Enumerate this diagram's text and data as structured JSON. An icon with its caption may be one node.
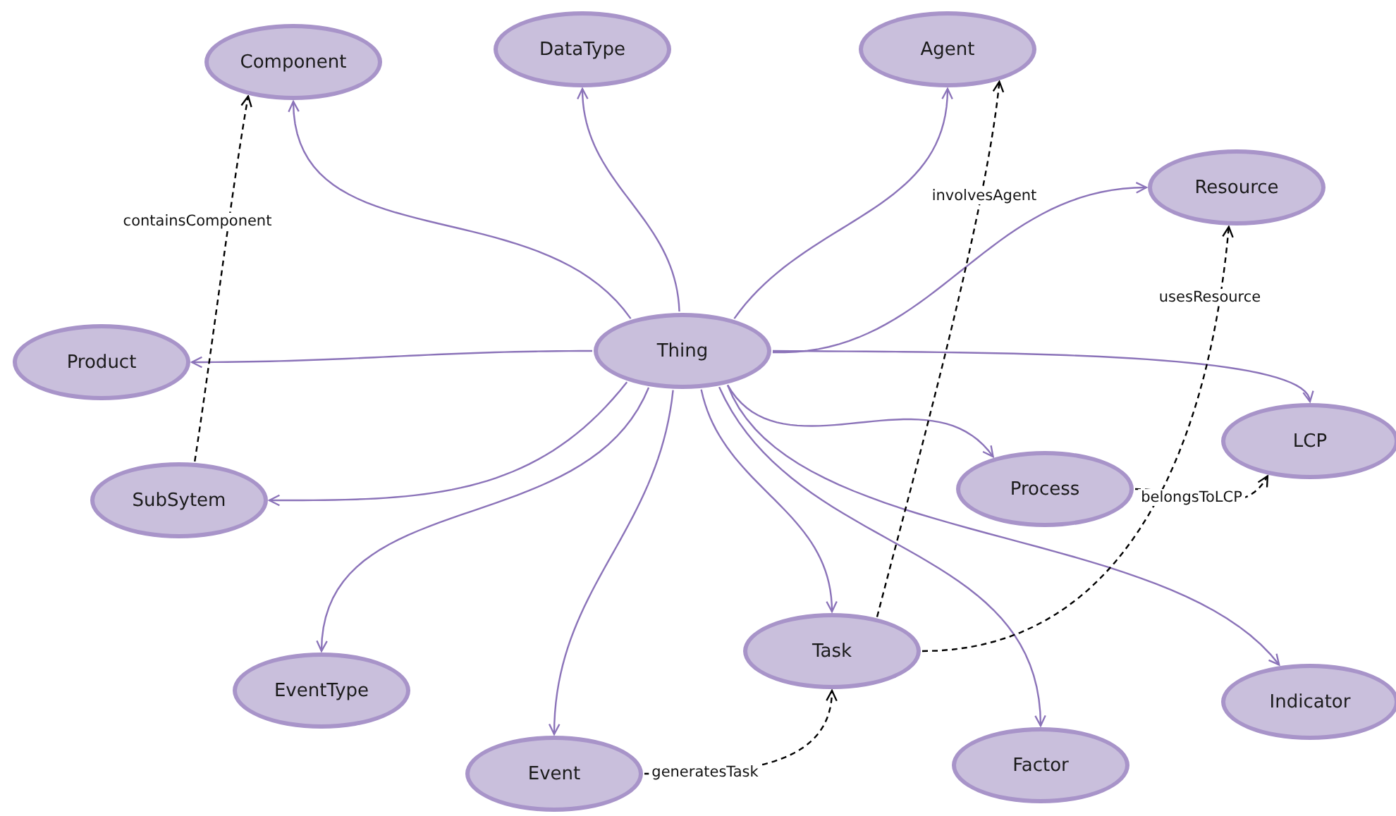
{
  "diagram": {
    "nodes": [
      {
        "text": [
          "Component"
        ]
      },
      {
        "text": [
          "DataType"
        ]
      },
      {
        "text": [
          "Agent"
        ]
      },
      {
        "text": [
          "Resource"
        ]
      },
      {
        "text": [
          "Product"
        ]
      },
      {
        "text": [
          "Thing"
        ]
      },
      {
        "text": [
          "LCP"
        ]
      },
      {
        "text": [
          "SubSytem"
        ]
      },
      {
        "text": [
          "Process"
        ]
      },
      {
        "text": [
          "Task"
        ]
      },
      {
        "text": [
          "EventType"
        ]
      },
      {
        "text": [
          "Indicator"
        ]
      },
      {
        "text": [
          "Event"
        ]
      },
      {
        "text": [
          "Factor"
        ]
      }
    ],
    "edges": [
      {
        "from": 5,
        "to": 0,
        "arrow": "to"
      },
      {
        "from": 5,
        "to": 1,
        "arrow": "to"
      },
      {
        "from": 5,
        "to": 2,
        "arrow": "to"
      },
      {
        "from": 5,
        "to": 3,
        "arrow": "to"
      },
      {
        "from": 5,
        "to": 4,
        "arrow": "to"
      },
      {
        "from": 5,
        "to": 6,
        "arrow": "to"
      },
      {
        "from": 5,
        "to": 7,
        "arrow": "to"
      },
      {
        "from": 5,
        "to": 8,
        "arrow": "to"
      },
      {
        "from": 5,
        "to": 9,
        "arrow": "to"
      },
      {
        "from": 5,
        "to": 10,
        "arrow": "to"
      },
      {
        "from": 5,
        "to": 11,
        "arrow": "to"
      },
      {
        "from": 5,
        "to": 12,
        "arrow": "to"
      },
      {
        "from": 5,
        "to": 13,
        "arrow": "to"
      },
      {
        "from": 7,
        "to": 0,
        "arrow": "to",
        "label": "containsComponent",
        "style": "dashed",
        "color": "#000000"
      },
      {
        "from": 9,
        "to": 2,
        "arrow": "to",
        "label": "involvesAgent",
        "style": "dashed",
        "color": "#000000"
      },
      {
        "from": 9,
        "to": 3,
        "arrow": "to",
        "label": "usesResource",
        "style": "dashed",
        "color": "#000000"
      },
      {
        "from": 8,
        "to": 6,
        "arrow": "to",
        "label": "belongsToLCP",
        "style": "dashed",
        "color": "#000000"
      },
      {
        "from": 12,
        "to": 9,
        "arrow": "to",
        "label": "generatesTask",
        "style": "dashed",
        "color": "#000000"
      }
    ]
  }
}
